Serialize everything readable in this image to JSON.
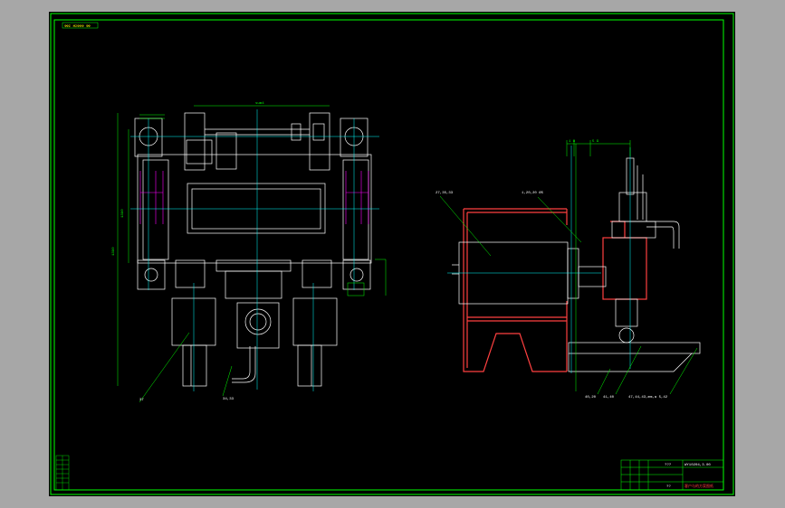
{
  "colors": {
    "background": "#a7a7a7",
    "canvas": "#000000",
    "frame": "#00ff00",
    "centerline": "#00ffff",
    "part": "#ffffff",
    "leader": "#00ff00",
    "section": "#ff4040",
    "hatch": "#ff00ff",
    "dimension": "#00ff00",
    "text_yellow": "#ffff00"
  },
  "drawing": {
    "stamp": "ΦΦΣ ΜΣΦΦΦ ΦΦ",
    "labels": {
      "left_balloon": "37",
      "left_bottom": "34,33",
      "left_dim_top": "sum4",
      "left_dim_height": "1390",
      "left_dim_total": "1390",
      "right_label_a": "27,35,33",
      "right_label_b": "1,20,20 Ø5",
      "right_label_c": "40,20",
      "right_label_d": "41,40",
      "right_label_e": "47,44,43,mm,a 5,42",
      "right_dim_a": "1 Ω",
      "right_dim_b": "5 Ω"
    },
    "title_block": {
      "drawing_number": "WY10204,3.00",
      "title": "",
      "scale": "",
      "company": "客户与的方案图纸",
      "small_a": "???",
      "small_b": "??"
    }
  }
}
